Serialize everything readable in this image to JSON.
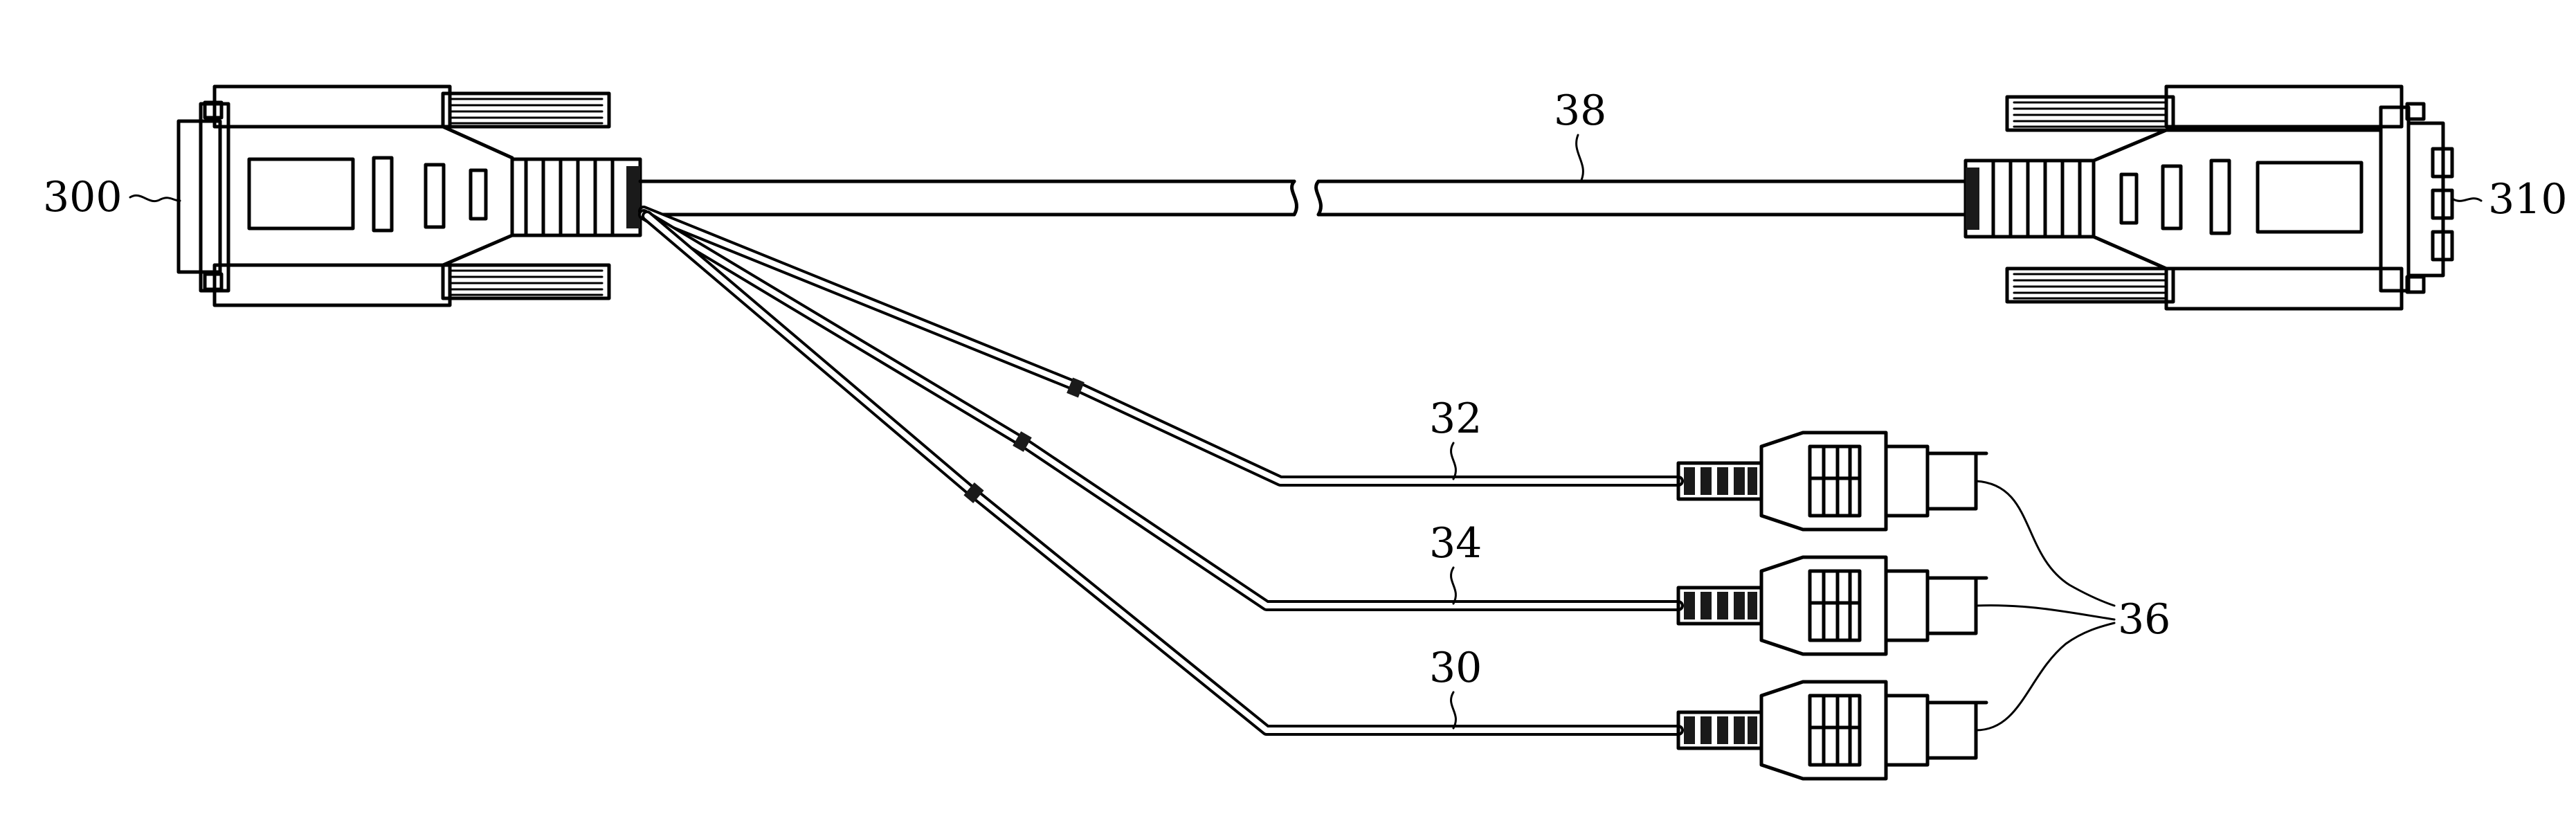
{
  "diagram": {
    "labels": {
      "connector_left": "300",
      "connector_right": "310",
      "main_cable": "38",
      "branch_top": "32",
      "branch_middle": "34",
      "branch_bottom": "30",
      "plugs": "36"
    }
  }
}
